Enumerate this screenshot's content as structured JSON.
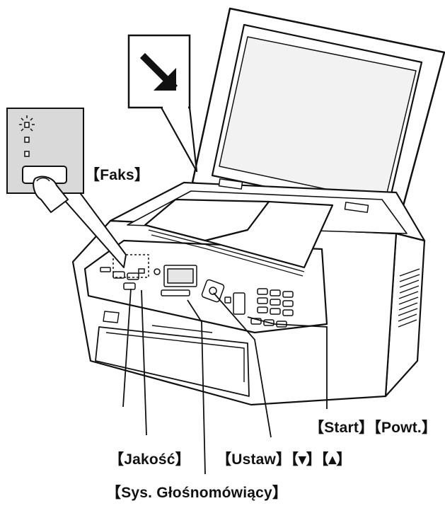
{
  "labels": {
    "faks": "【Faks】",
    "start_powt": "【Start】【Powt.】",
    "jakosc": "【Jakość】",
    "ustaw": "【Ustaw】【▾】【▴】",
    "sys": "【Sys. Głośnomówiący】"
  },
  "icons": {
    "insert_direction": "arrow-down-right-icon",
    "fax_indicator": "blinking-led-icon"
  }
}
